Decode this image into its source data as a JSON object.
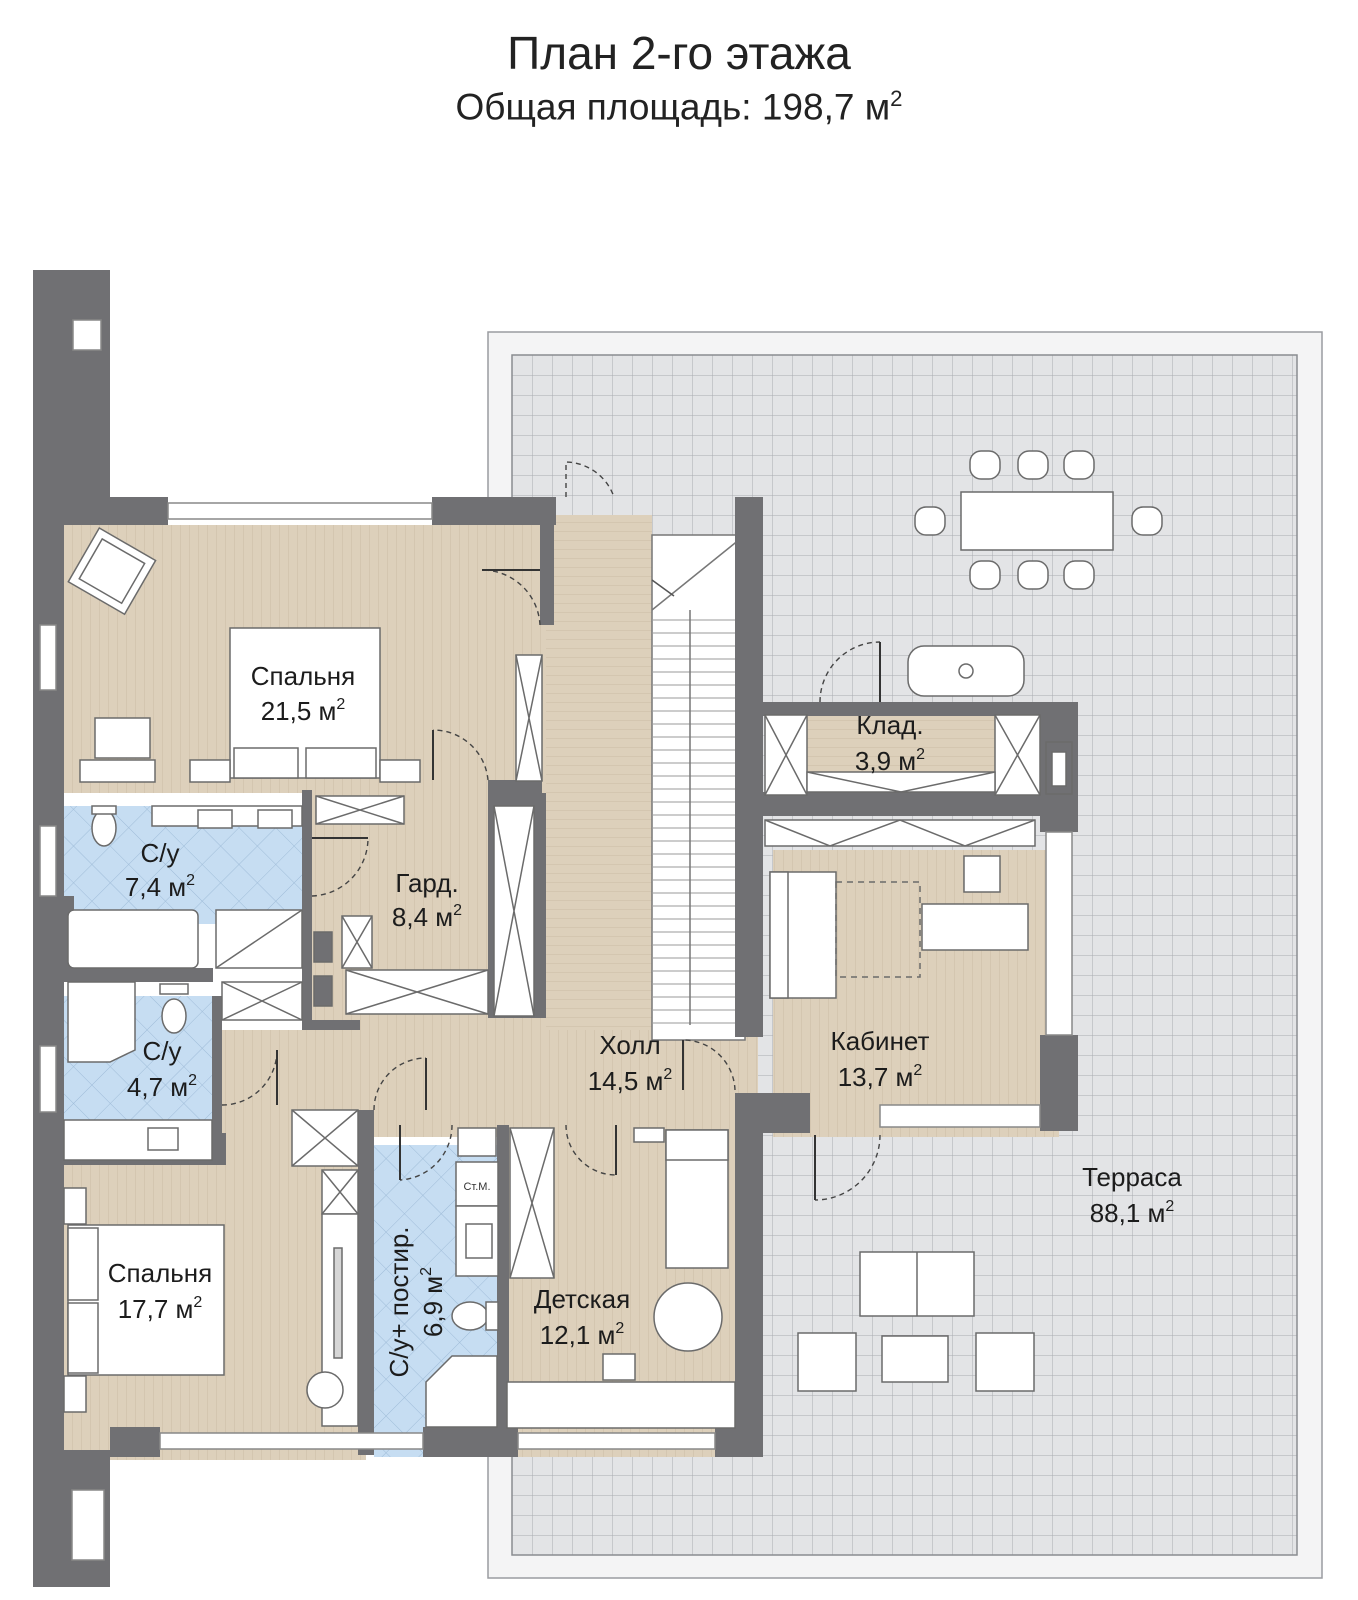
{
  "header": {
    "title": "План 2-го этажа",
    "subtitle_text": "Общая площадь: 198,7 м",
    "subtitle_sup": "2"
  },
  "area_unit": "м",
  "area_unit_power": "2",
  "rooms": {
    "bedroom1": {
      "name": "Спальня",
      "area": "21,5"
    },
    "bath1": {
      "name": "С/у",
      "area": "7,4"
    },
    "wardrobe": {
      "name": "Гард.",
      "area": "8,4"
    },
    "bath2": {
      "name": "С/у",
      "area": "4,7"
    },
    "bedroom2": {
      "name": "Спальня",
      "area": "17,7"
    },
    "laundry_bath": {
      "name": "С/у+ постир.",
      "area": "6,9"
    },
    "washer": {
      "name": "Ст.М."
    },
    "nursery": {
      "name": "Детская",
      "area": "12,1"
    },
    "hall": {
      "name": "Холл",
      "area": "14,5"
    },
    "storage": {
      "name": "Клад.",
      "area": "3,9"
    },
    "office": {
      "name": "Кабинет",
      "area": "13,7"
    },
    "terrace": {
      "name": "Терраса",
      "area": "88,1"
    }
  },
  "colors": {
    "wall": "#707073",
    "wood_floor": "#ddd0bb",
    "tile_floor": "#c6ddf2",
    "terrace": "#e3e4e6",
    "terrace_grid": "#a9abb0",
    "furniture": "#ffffff"
  }
}
